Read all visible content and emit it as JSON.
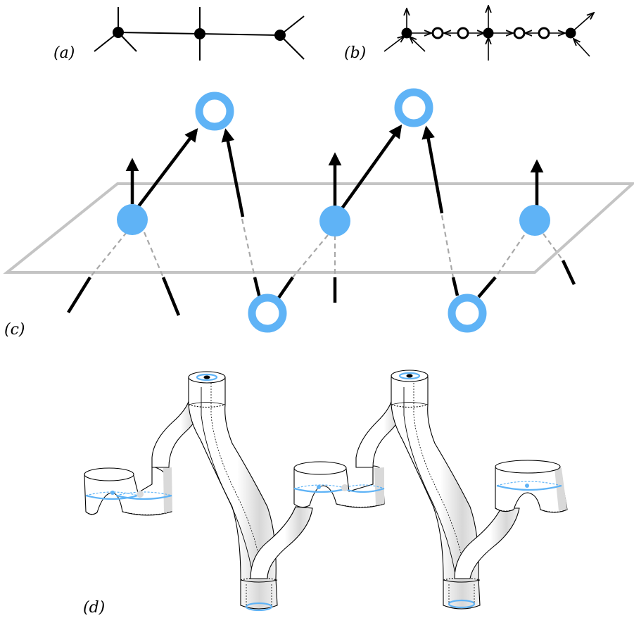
{
  "panels": [
    {
      "id": "a",
      "label": "(a)"
    },
    {
      "id": "b",
      "label": "(b)"
    },
    {
      "id": "c",
      "label": "(c)"
    },
    {
      "id": "d",
      "label": "(d)"
    }
  ],
  "colors": {
    "ink": "#000000",
    "node_blue": "#5fb3f6",
    "plane_gray": "#c0c0c0",
    "dashed_gray": "#a8a8a8",
    "tube_shade": "#d9d9d9"
  }
}
